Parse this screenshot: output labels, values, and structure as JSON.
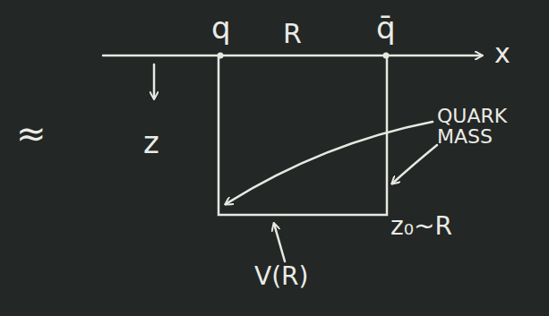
{
  "diagram": {
    "labels": [
      "≈",
      "q",
      "R",
      "q̄",
      "x",
      "z",
      "QUARK MASS",
      "z₀~R",
      "V(R)"
    ]
  }
}
